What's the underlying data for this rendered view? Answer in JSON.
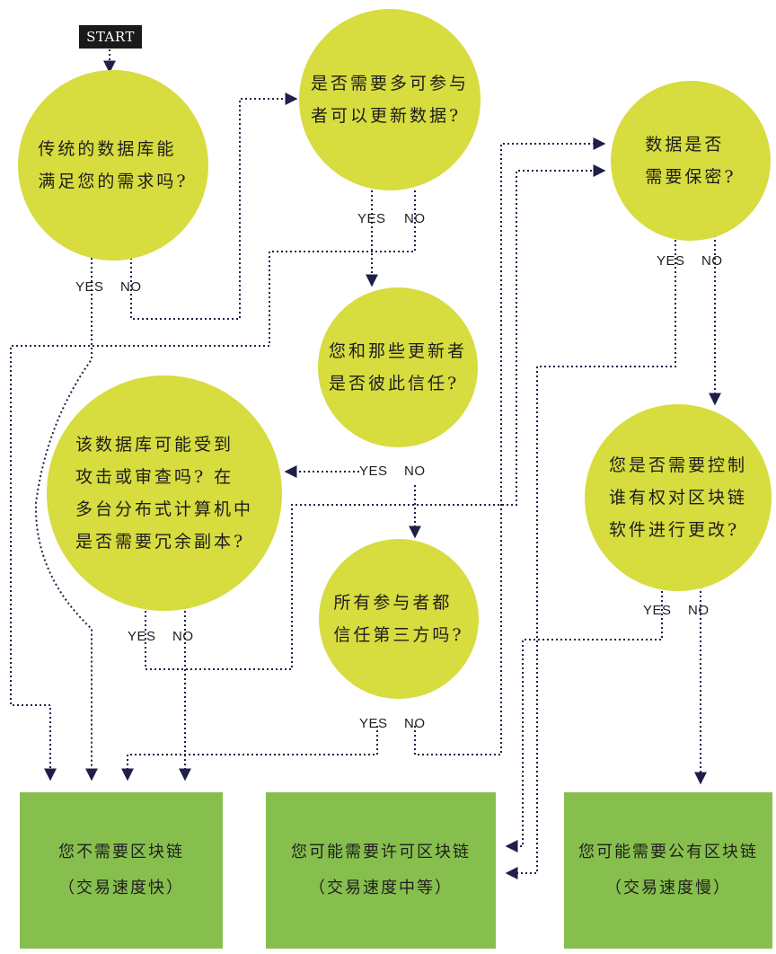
{
  "start_label": "START",
  "yes_label": "YES",
  "no_label": "NO",
  "questions": {
    "q1": [
      "传统的数据库能",
      "满足您的需求吗?"
    ],
    "q2": [
      "是否需要多可参与",
      "者可以更新数据?"
    ],
    "q3": [
      "您和那些更新者",
      "是否彼此信任?"
    ],
    "q4": [
      "该数据库可能受到",
      "攻击或审查吗? 在",
      "多台分布式计算机中",
      "是否需要冗余副本?"
    ],
    "q5": [
      "所有参与者都",
      "信任第三方吗?"
    ],
    "q6": [
      "数据是否",
      "需要保密?"
    ],
    "q7": [
      "您是否需要控制",
      "谁有权对区块链",
      "软件进行更改?"
    ]
  },
  "outcomes": {
    "none": {
      "line1": "您不需要区块链",
      "line2": "（交易速度快）"
    },
    "permissioned": {
      "line1": "您可能需要许可区块链",
      "line2": "（交易速度中等）"
    },
    "public": {
      "line1": "您可能需要公有区块链",
      "line2": "（交易速度慢）"
    }
  },
  "colors": {
    "question_fill": "#d7dc3f",
    "outcome_fill": "#87bf4e",
    "connector": "#1f1f4a",
    "start_fill": "#1a1a1a"
  }
}
